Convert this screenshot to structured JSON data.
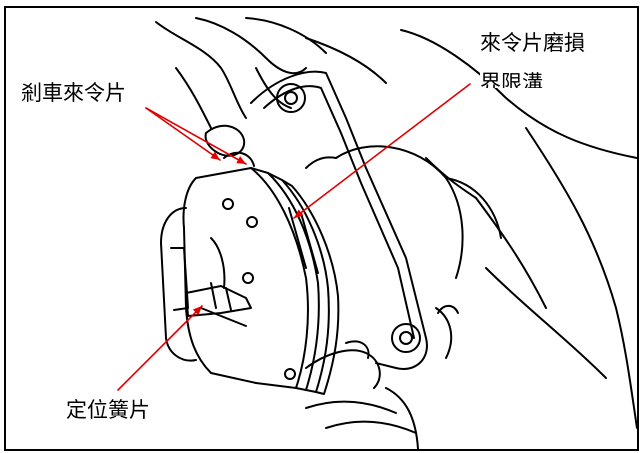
{
  "labels": {
    "brake_pads": "剎車來令片",
    "wear_limit_line1": "來令片磨損",
    "wear_limit_line2": "界限溝",
    "retainer_spring": "定位簧片"
  },
  "colors": {
    "pointer_arrow": "#e00000",
    "line_art": "#000000",
    "background": "#ffffff",
    "frame_border": "#000000"
  }
}
